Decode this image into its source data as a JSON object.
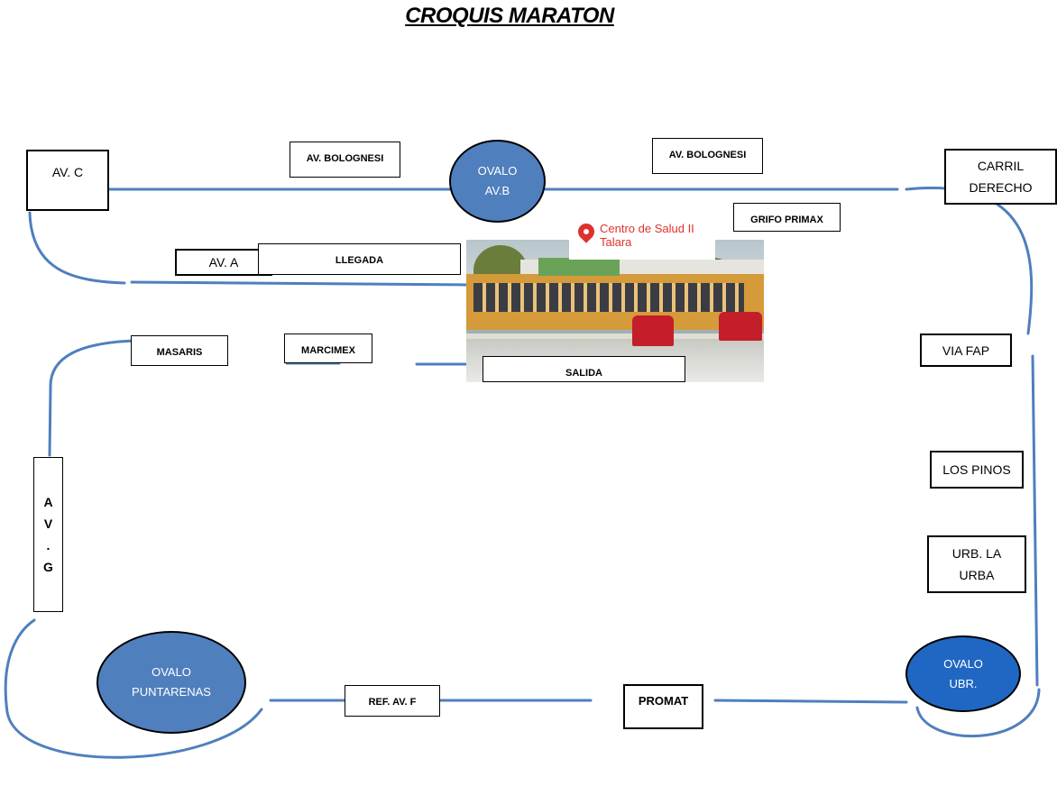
{
  "title": "CROQUIS MARATON",
  "labels": {
    "av_c": "AV. C",
    "av_bolognesi_left": "AV. BOLOGNESI",
    "av_bolognesi_right": "AV. BOLOGNESI",
    "carril_derecho": "CARRIL DERECHO",
    "grifo_primax": "GRIFO PRIMAX",
    "av_a": "AV. A",
    "llegada": "LLEGADA",
    "masaris": "MASARIS",
    "marcimex": "MARCIMEX",
    "salida": "SALIDA",
    "via_fap": "VIA FAP",
    "los_pinos": "LOS PINOS",
    "urb_la_urba": "URB. LA URBA",
    "av_g": [
      "A",
      "V",
      ".",
      "G"
    ],
    "ref_av_f": "REF. AV. F",
    "promat": "PROMAT"
  },
  "ovals": {
    "ovalo_av_b": "OVALO AV.B",
    "ovalo_puntarenas": "OVALO PUNTARENAS",
    "ovalo_ubr": "OVALO UBR."
  },
  "photo": {
    "sign_text": "Centro de Salud II Talara"
  },
  "colors": {
    "route_line": "#4f7fbd",
    "oval_fill": "#4f7fbd",
    "oval_fill_dark": "#1f67c3",
    "sign_red": "#e0302d"
  }
}
